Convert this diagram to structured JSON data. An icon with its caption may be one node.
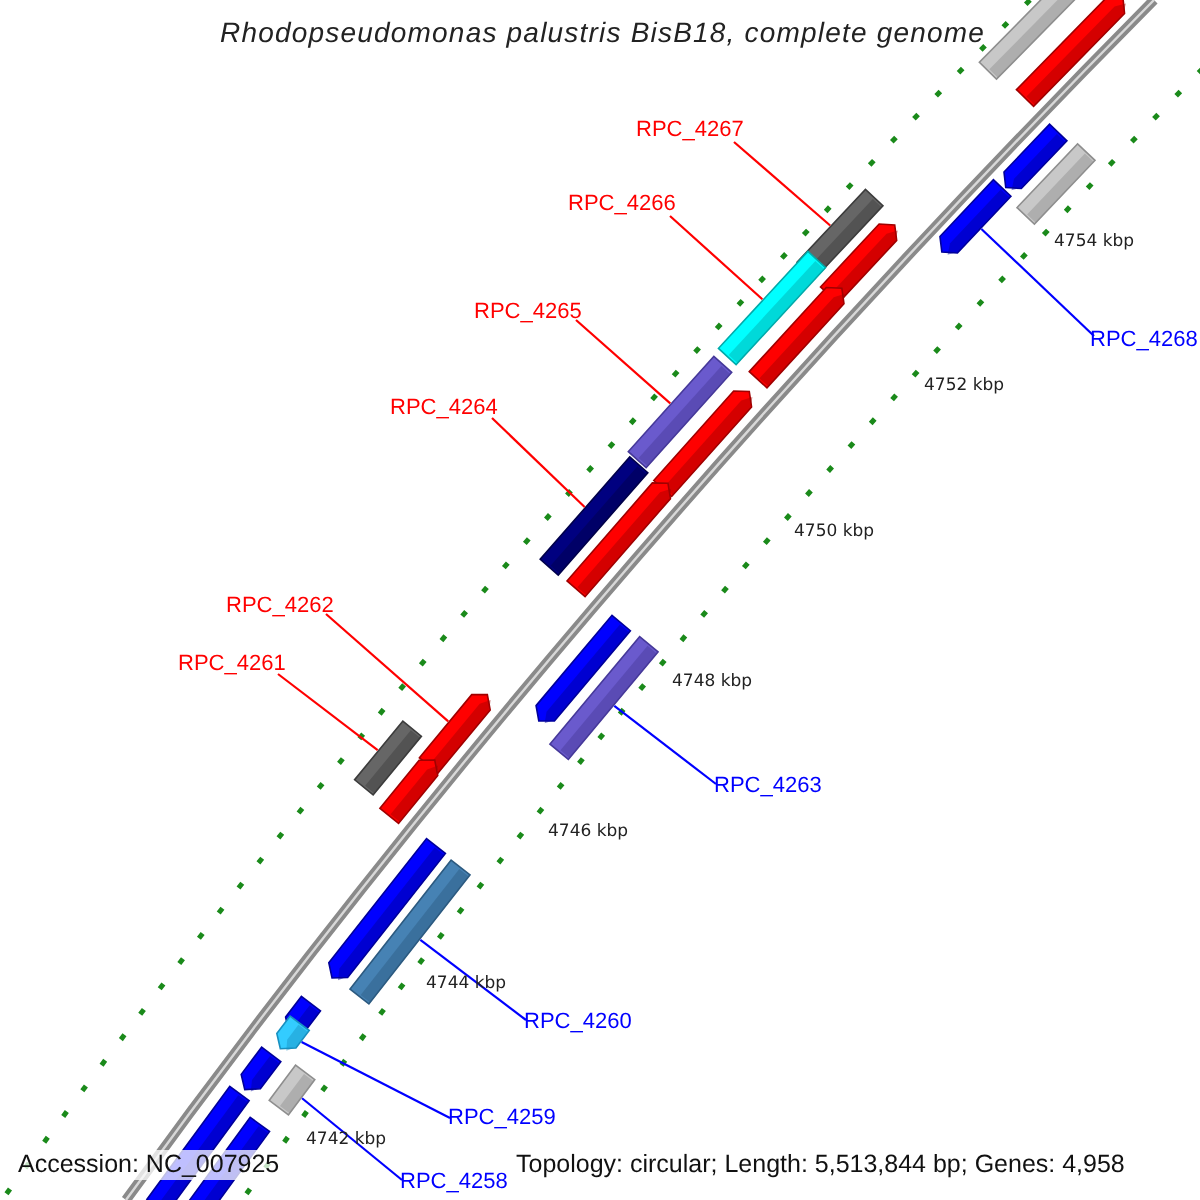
{
  "diagram": {
    "title": "Rhodopseudomonas palustris BisB18, complete genome",
    "nodes": [
      {
        "text": [
          "RPC_4267"
        ]
      },
      {
        "text": [
          "RPC_4266"
        ]
      },
      {
        "text": [
          "RPC_4268"
        ]
      },
      {
        "text": [
          "RPC_4265"
        ]
      },
      {
        "text": [
          "RPC_4264"
        ]
      },
      {
        "text": [
          "RPC_4262"
        ]
      },
      {
        "text": [
          "RPC_4261"
        ]
      },
      {
        "text": [
          "RPC_4263"
        ]
      },
      {
        "text": [
          "RPC_4260"
        ]
      },
      {
        "text": [
          "RPC_4259"
        ]
      },
      {
        "text": [
          "RPC_4258"
        ]
      },
      {
        "text": [],
        "shape": "bar"
      },
      {
        "text": [],
        "shape": "bar"
      },
      {
        "text": [],
        "shape": "bar"
      },
      {
        "text": [],
        "shape": "bar"
      },
      {
        "text": [],
        "shape": "bar"
      },
      {
        "text": [],
        "shape": "bar"
      },
      {
        "text": [],
        "shape": "bar"
      },
      {
        "text": [],
        "shape": "bar"
      },
      {
        "text": [],
        "shape": "bar"
      },
      {
        "text": [],
        "shape": "bar"
      },
      {
        "text": [],
        "shape": "bar"
      },
      {
        "text": [],
        "shape": "bar"
      },
      {
        "text": [],
        "shape": "bar"
      },
      {
        "text": [],
        "shape": "bar"
      },
      {
        "text": [],
        "shape": "bar"
      },
      {
        "text": [],
        "shape": "bar"
      },
      {
        "text": [],
        "shape": "bar"
      },
      {
        "text": [],
        "shape": "bar"
      },
      {
        "text": [],
        "shape": "bar"
      },
      {
        "text": [],
        "shape": "bar"
      },
      {
        "text": [],
        "shape": "bar"
      },
      {
        "text": [],
        "shape": "bar"
      },
      {
        "text": [],
        "shape": "bar"
      },
      {
        "text": [],
        "shape": "bar"
      },
      {
        "text": [],
        "shape": "bar"
      },
      {
        "text": [],
        "shape": "bar"
      }
    ],
    "edges": [
      {
        "from": 0,
        "to": 16,
        "arrow": "none"
      },
      {
        "from": 1,
        "to": 18,
        "arrow": "none"
      },
      {
        "from": 2,
        "to": 15,
        "arrow": "none",
        "color": "#0000ff"
      },
      {
        "from": 3,
        "to": 20,
        "arrow": "none"
      },
      {
        "from": 4,
        "to": 22,
        "arrow": "none"
      },
      {
        "from": 5,
        "to": 24,
        "arrow": "none"
      },
      {
        "from": 6,
        "to": 25,
        "arrow": "none"
      },
      {
        "from": 7,
        "to": 28,
        "arrow": "none",
        "color": "#0000ff"
      },
      {
        "from": 8,
        "to": 30,
        "arrow": "none",
        "color": "#0000ff"
      },
      {
        "from": 9,
        "to": 32,
        "arrow": "none",
        "color": "#0000ff"
      },
      {
        "from": 10,
        "to": 34,
        "arrow": "none",
        "color": "#0000ff"
      }
    ],
    "labels": [
      "4754 kbp",
      "4752 kbp",
      "4750 kbp",
      "4748 kbp",
      "4746 kbp",
      "4744 kbp",
      "4742 kbp",
      "Accession: NC_007925",
      "Topology: circular; Length: 5,513,844 bp; Genes: 4,958"
    ]
  }
}
